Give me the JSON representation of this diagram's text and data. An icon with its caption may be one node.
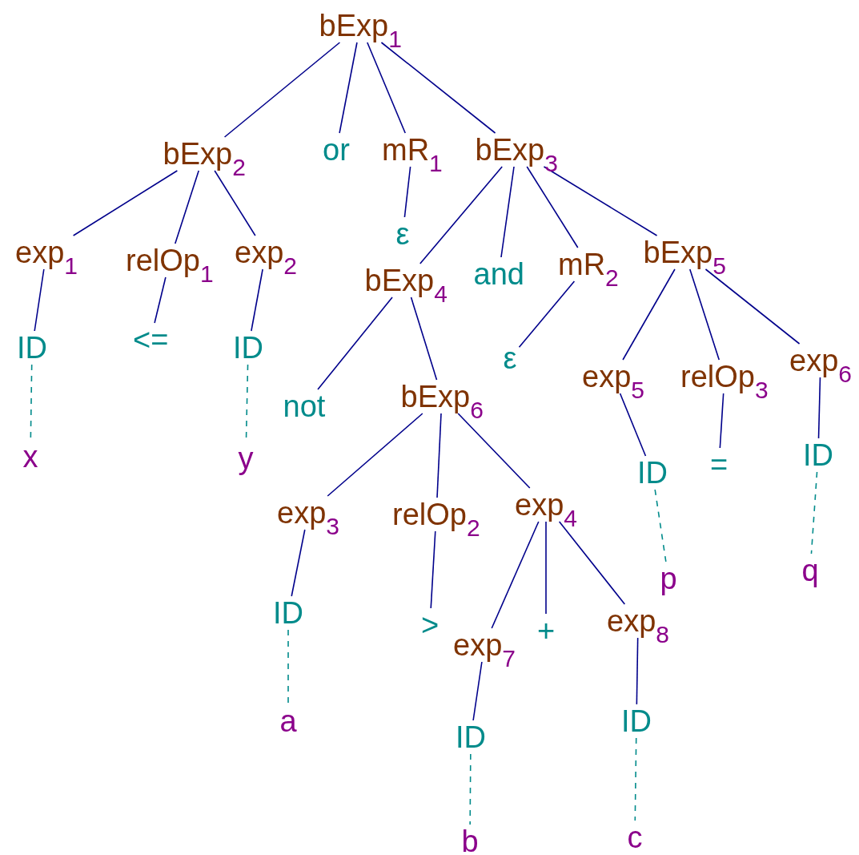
{
  "diagram": {
    "nodes": [
      {
        "text": [
          "bExp$_{1}$"
        ]
      },
      {
        "text": [
          "bExp$_{2}$"
        ]
      },
      {
        "text": [
          "or"
        ]
      },
      {
        "text": [
          "mR$_{1}$"
        ]
      },
      {
        "text": [
          "bExp$_{3}$"
        ]
      },
      {
        "text": [
          "exp$_{1}$"
        ]
      },
      {
        "text": [
          "relOp$_{1}$"
        ]
      },
      {
        "text": [
          "exp$_{2}$"
        ]
      },
      {
        "text": [
          "ε"
        ]
      },
      {
        "text": [
          "bExp$_{4}$"
        ]
      },
      {
        "text": [
          "and"
        ]
      },
      {
        "text": [
          "mR$_{2}$"
        ]
      },
      {
        "text": [
          "bExp$_{5}$"
        ]
      },
      {
        "text": [
          "ID"
        ]
      },
      {
        "text": [
          "<="
        ]
      },
      {
        "text": [
          "ID"
        ]
      },
      {
        "text": [
          "not"
        ]
      },
      {
        "text": [
          "bExp$_{6}$"
        ]
      },
      {
        "text": [
          "ε"
        ]
      },
      {
        "text": [
          "exp$_{5}$"
        ]
      },
      {
        "text": [
          "relOp$_{3}$"
        ]
      },
      {
        "text": [
          "exp$_{6}$"
        ]
      },
      {
        "text": [
          "x"
        ]
      },
      {
        "text": [
          "y"
        ]
      },
      {
        "text": [
          "exp$_{3}$"
        ]
      },
      {
        "text": [
          "relOp$_{2}$"
        ]
      },
      {
        "text": [
          "exp$_{4}$"
        ]
      },
      {
        "text": [
          "ID"
        ]
      },
      {
        "text": [
          "="
        ]
      },
      {
        "text": [
          "ID"
        ]
      },
      {
        "text": [
          "ID"
        ]
      },
      {
        "text": [
          ">"
        ]
      },
      {
        "text": [
          "exp$_{7}$"
        ]
      },
      {
        "text": [
          "+"
        ]
      },
      {
        "text": [
          "exp$_{8}$"
        ]
      },
      {
        "text": [
          "p"
        ]
      },
      {
        "text": [
          "q"
        ]
      },
      {
        "text": [
          "a"
        ]
      },
      {
        "text": [
          "ID"
        ]
      },
      {
        "text": [
          "ID"
        ]
      },
      {
        "text": [
          "b"
        ]
      },
      {
        "text": [
          "c"
        ]
      }
    ],
    "edges": [
      {
        "from": 0,
        "to": 1,
        "arrow": "none"
      },
      {
        "from": 0,
        "to": 2,
        "arrow": "none"
      },
      {
        "from": 0,
        "to": 3,
        "arrow": "none"
      },
      {
        "from": 0,
        "to": 4,
        "arrow": "none"
      },
      {
        "from": 1,
        "to": 5,
        "arrow": "none"
      },
      {
        "from": 1,
        "to": 6,
        "arrow": "none"
      },
      {
        "from": 1,
        "to": 7,
        "arrow": "none"
      },
      {
        "from": 3,
        "to": 8,
        "arrow": "none"
      },
      {
        "from": 4,
        "to": 9,
        "arrow": "none"
      },
      {
        "from": 4,
        "to": 10,
        "arrow": "none"
      },
      {
        "from": 4,
        "to": 11,
        "arrow": "none"
      },
      {
        "from": 4,
        "to": 12,
        "arrow": "none"
      },
      {
        "from": 5,
        "to": 13,
        "arrow": "none"
      },
      {
        "from": 6,
        "to": 14,
        "arrow": "none"
      },
      {
        "from": 7,
        "to": 15,
        "arrow": "none"
      },
      {
        "from": 9,
        "to": 16,
        "arrow": "none"
      },
      {
        "from": 9,
        "to": 17,
        "arrow": "none"
      },
      {
        "from": 11,
        "to": 18,
        "arrow": "none"
      },
      {
        "from": 12,
        "to": 19,
        "arrow": "none"
      },
      {
        "from": 12,
        "to": 20,
        "arrow": "none"
      },
      {
        "from": 12,
        "to": 21,
        "arrow": "none"
      },
      {
        "from": 13,
        "to": 22,
        "arrow": "none",
        "style": "dashed",
        "color": "#008b8b"
      },
      {
        "from": 15,
        "to": 23,
        "arrow": "none",
        "style": "dashed",
        "color": "#008b8b"
      },
      {
        "from": 17,
        "to": 24,
        "arrow": "none"
      },
      {
        "from": 17,
        "to": 25,
        "arrow": "none"
      },
      {
        "from": 17,
        "to": 26,
        "arrow": "none"
      },
      {
        "from": 19,
        "to": 27,
        "arrow": "none"
      },
      {
        "from": 20,
        "to": 28,
        "arrow": "none"
      },
      {
        "from": 21,
        "to": 29,
        "arrow": "none"
      },
      {
        "from": 24,
        "to": 30,
        "arrow": "none"
      },
      {
        "from": 25,
        "to": 31,
        "arrow": "none"
      },
      {
        "from": 26,
        "to": 32,
        "arrow": "none"
      },
      {
        "from": 26,
        "to": 33,
        "arrow": "none"
      },
      {
        "from": 26,
        "to": 34,
        "arrow": "none"
      },
      {
        "from": 27,
        "to": 35,
        "arrow": "none",
        "style": "dashed",
        "color": "#008b8b"
      },
      {
        "from": 29,
        "to": 36,
        "arrow": "none",
        "style": "dashed",
        "color": "#008b8b"
      },
      {
        "from": 30,
        "to": 37,
        "arrow": "none",
        "style": "dashed",
        "color": "#008b8b"
      },
      {
        "from": 32,
        "to": 38,
        "arrow": "none"
      },
      {
        "from": 34,
        "to": 39,
        "arrow": "none"
      },
      {
        "from": 38,
        "to": 40,
        "arrow": "none",
        "style": "dashed",
        "color": "#008b8b"
      },
      {
        "from": 39,
        "to": 41,
        "arrow": "none",
        "style": "dashed",
        "color": "#008b8b"
      }
    ]
  }
}
